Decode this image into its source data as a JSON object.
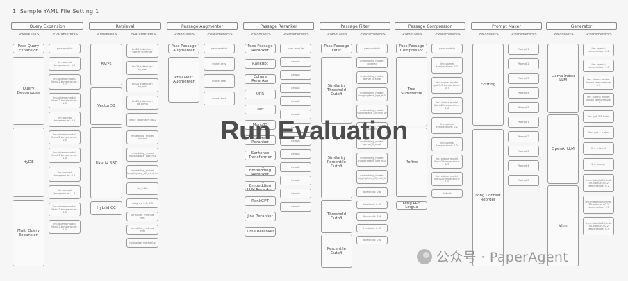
{
  "title": "1. Sample YAML File Setting 1",
  "overlay": "Run Evaluation",
  "watermark": "公众号 · PaperAgent",
  "modules_label": "<Modules>",
  "parameters_label": "<Parameters>",
  "columns": [
    {
      "header": "Query Expansion",
      "modules": [
        "Pass Query Expansion",
        "Query Decompose",
        "HyDE",
        "Multi Query Expansion"
      ],
      "params": [
        "pass module",
        "llm: openai temperature: 0.2",
        "llm: openai model: llama2 temperature: 0.7",
        "llm: ollama model: llama2 temperature: 1.0",
        "llm: openai temperature: 0.2",
        "llm: ollama model: llama2 temperature: 0.5",
        "llm: ollama model: llama2 temperature: 1.0",
        "llm: openai temperature: 0.2",
        "llm: openai temperature: 1.0",
        "llm: ollama model: llama2 temperature: 0.5",
        "llm: ollama model: llama2 temperature: 1.0"
      ]
    },
    {
      "header": "Retrieval",
      "modules": [
        "BM25",
        "VectorDB",
        "Hybrid RRF",
        "Hybrid CC"
      ],
      "params": [
        "bm25_tokenizer: porter_stemmer",
        "bm25_tokenizer: ko_kiwi",
        "bm25_tokenizer: ko_okt",
        "bm25_tokenizer: ko_kkma",
        "bm25_tokenizer: gpt2",
        "embedding_model: openai",
        "embedding_model: huggingface_bge_m3",
        "embedding_model: huggingface_all_mini_lm",
        "rrf_k: 60",
        "weights: 0.5, 0.5",
        "normalize_method: mm",
        "normalize_method: tmm",
        "normalize_method: z"
      ]
    },
    {
      "header": "Passage Augmenter",
      "modules": [
        "Pass Passage Augmenter",
        "Prev Next Augmenter"
      ],
      "params": [
        "pass module",
        "mode: prev",
        "mode: next",
        "mode: both"
      ]
    },
    {
      "header": "Passage Reranker",
      "modules": [
        "Pass Passage Reranker",
        "Rankgpt",
        "Cohere Reranker",
        "UPR",
        "Tart",
        "MonoT5",
        "Colbert Reranker",
        "Sentence Transformer",
        "Flag Embedding Reranker",
        "Flag Embedding LLM Reranker",
        "RankGPT",
        "Jina Reranker",
        "Time Reranker"
      ],
      "params": [
        "pass module",
        "default",
        "default",
        "default",
        "default",
        "default",
        "default",
        "default",
        "default",
        "default",
        "default",
        "default",
        "default"
      ]
    },
    {
      "header": "Passage Filter",
      "modules": [
        "Pass Passage Filter",
        "Similarity Threshold Cutoff",
        "Similarity Percentile Cutoff",
        "Threshold Cutoff",
        "Percentile Cutoff"
      ],
      "params": [
        "pass module",
        "embedding_model: openai",
        "embedding_model: openai_3_small",
        "embedding_model: huggingface_bge_m3",
        "embedding_model: huggingface_all_mini_lm",
        "embedding_model: openai",
        "embedding_model: openai_3_small",
        "embedding_model: huggingface_bge_m3",
        "embedding_model: huggingface_all_mini_lm",
        "threshold: 0.6",
        "threshold: 0.85",
        "threshold: 0.4",
        "threshold: 0.55",
        "threshold: 0.4"
      ]
    },
    {
      "header": "Passage Compressor",
      "modules": [
        "Pass Passage Compressor",
        "Tree Summarize",
        "Refine",
        "Long LLM Lingua"
      ],
      "params": [
        "pass module",
        "llm: openai temperature: 0.2",
        "llm: openai model: gpt-3.5 temperature: 0.7",
        "llm: ollama model: llama2 temperature: 1.0",
        "llm: openai temperature: 0.2",
        "llm: openai temperature: 1.0",
        "llm: ollama model: llama2 temperature: 0.5",
        "llm: ollama model: llama2 temperature: 1.0",
        "default"
      ]
    },
    {
      "header": "Prompt Maker",
      "modules": [
        "F-String",
        "Long Context Reorder"
      ],
      "params": [
        "Prompt 1",
        "Prompt 2",
        "Prompt 3",
        "Prompt 4",
        "Prompt 5",
        "Prompt 1",
        "Prompt 2",
        "Prompt 3",
        "Prompt 4",
        "Prompt 5"
      ]
    },
    {
      "header": "Generator",
      "modules": [
        "Llama Index LLM",
        "OpenAI LLM",
        "Vllm"
      ],
      "params": [
        "llm: openai temperature: 0.2",
        "llm: openai temperature: 1.0",
        "llm: ollama model: llama2 temperature: 0.5",
        "llm: ollama model: llama2 temperature: 1.0",
        "llm: gpt-3.5-turbo",
        "llm: gpt-4-turbo",
        "llm: mixtral",
        "llm: zephyr",
        "llm: mistralai/Mistral-7B-Instruct-v0.2 temperature: 0.2",
        "llm: mistralai/Mistral-7B-Instruct-v0.2 temperature: 1.0",
        "llm: mistralai/Mistral-7B-Instruct-v0.2 temperature: 0.5"
      ]
    }
  ]
}
